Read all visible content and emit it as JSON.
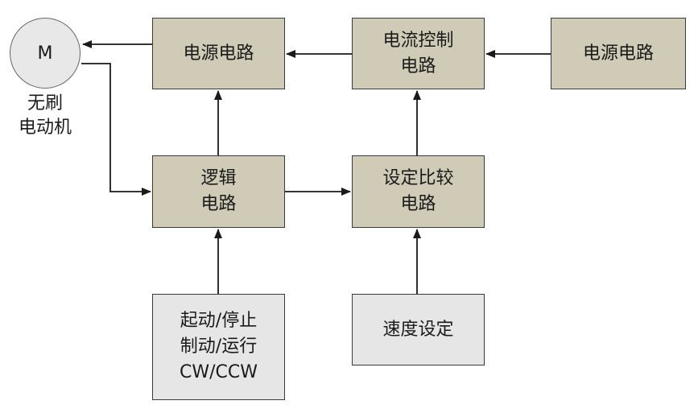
{
  "motor": {
    "symbol": "M",
    "label_lines": [
      "无刷",
      "电动机"
    ]
  },
  "boxes": {
    "power_left": {
      "lines": [
        "电源电路"
      ]
    },
    "current_control": {
      "lines": [
        "电流控制",
        "电路"
      ]
    },
    "power_right": {
      "lines": [
        "电源电路"
      ]
    },
    "logic": {
      "lines": [
        "逻辑",
        "电路"
      ]
    },
    "compare": {
      "lines": [
        "设定比较",
        "电路"
      ]
    },
    "control_input": {
      "lines": [
        "起动/停止",
        "制动/运行",
        "CW/CCW"
      ]
    },
    "speed_set": {
      "lines": [
        "速度设定"
      ]
    }
  },
  "colors": {
    "block_dark": "#cfcbb7",
    "block_light": "#e6e6e6",
    "line": "#1a1a1a"
  }
}
